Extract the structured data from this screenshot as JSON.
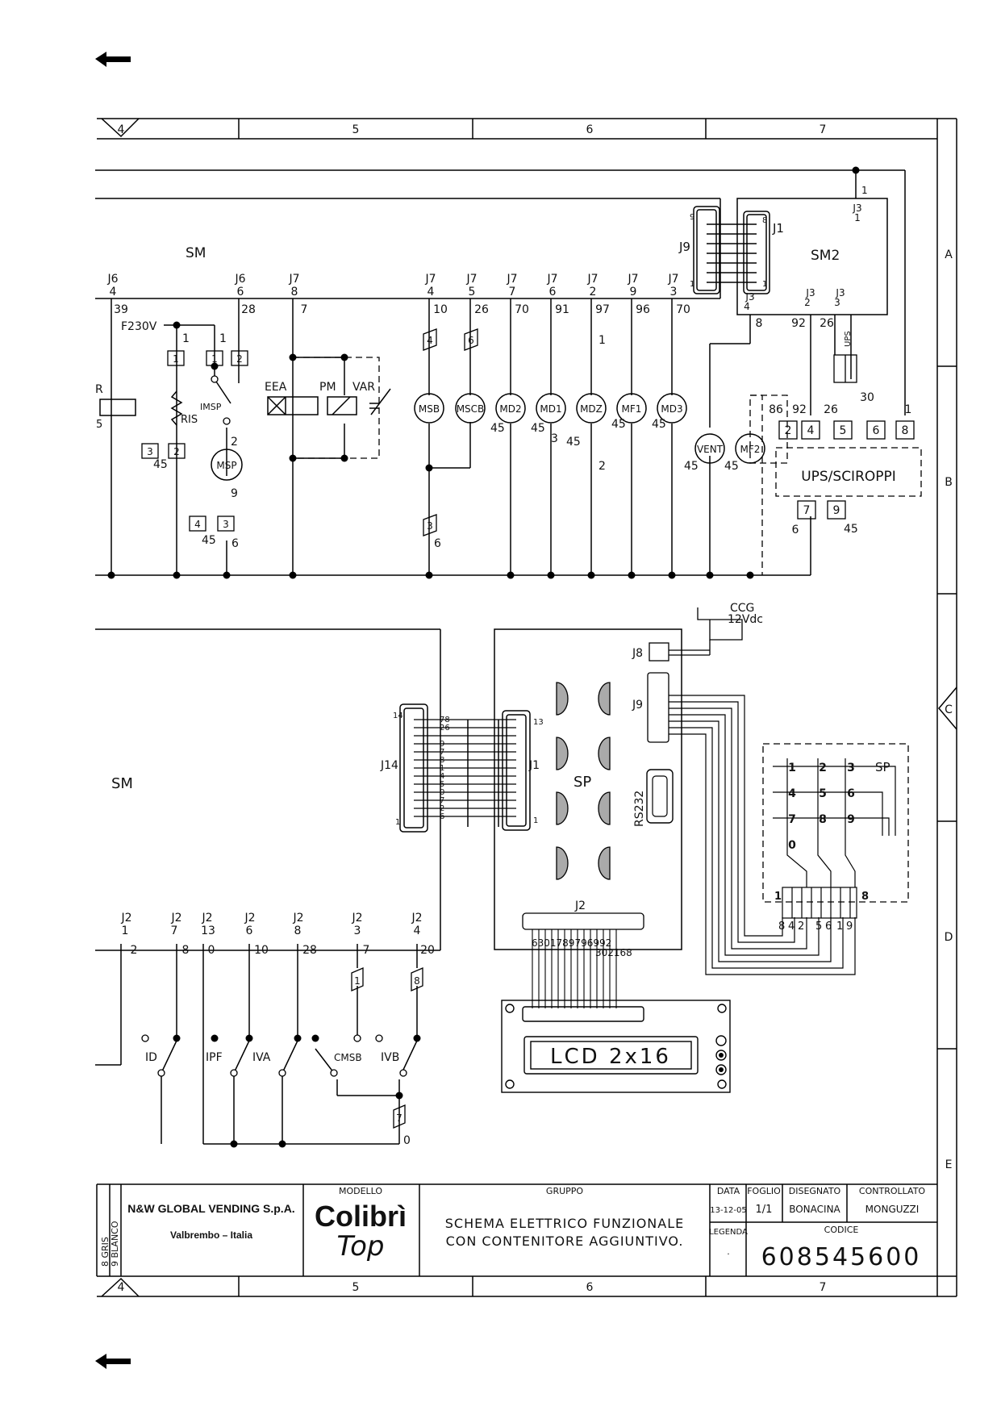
{
  "nav": {
    "back_arrow_top": "back-arrow",
    "back_arrow_bottom": "back-arrow"
  },
  "frame": {
    "top_columns": [
      "4",
      "5",
      "6",
      "7"
    ],
    "bottom_columns": [
      "4",
      "5",
      "6",
      "7"
    ],
    "rows": [
      "A",
      "B",
      "C",
      "D",
      "E"
    ]
  },
  "top_section": {
    "sm_label": "SM",
    "sm2_label": "SM2",
    "j1_label": "J1",
    "j9_label": "J9",
    "j9_pin_top": "9",
    "j9_pin_bottom": "1",
    "j1_pin_top": "8",
    "j1_pin_bottom": "1",
    "sm2_connectors": [
      {
        "id": "J3",
        "pin": "1"
      },
      {
        "id": "J3",
        "pin": "4"
      },
      {
        "id": "J3",
        "pin": "2"
      },
      {
        "id": "J3",
        "pin": "3"
      }
    ],
    "sm2_top_wire": "1",
    "headers": [
      {
        "conn": "J6",
        "pin": "4",
        "wire": "39"
      },
      {
        "conn": "J6",
        "pin": "6",
        "wire": "28"
      },
      {
        "conn": "J7",
        "pin": "8",
        "wire": "7"
      },
      {
        "conn": "J7",
        "pin": "4",
        "wire": "10"
      },
      {
        "conn": "J7",
        "pin": "5",
        "wire": "26"
      },
      {
        "conn": "J7",
        "pin": "7",
        "wire": "70"
      },
      {
        "conn": "J7",
        "pin": "6",
        "wire": "91"
      },
      {
        "conn": "J7",
        "pin": "2",
        "wire": "97"
      },
      {
        "conn": "J7",
        "pin": "9",
        "wire": "96"
      },
      {
        "conn": "J7",
        "pin": "3",
        "wire": "70"
      }
    ],
    "sm2_wires": [
      "8",
      "92",
      "26"
    ],
    "f230v": "F230V",
    "r_label": "R",
    "r_num": "5",
    "ris": "RIS",
    "imsp": "IMSP",
    "eea": "EEA",
    "pm": "PM",
    "var": "VAR",
    "msp": "MSP",
    "motors": [
      "MSB",
      "MSCB",
      "MD2",
      "MD1",
      "MDZ",
      "MF1",
      "MD3",
      "VENT",
      "MF2"
    ],
    "wire_labels": [
      "1",
      "1",
      "2",
      "9",
      "45",
      "6",
      "45",
      "45",
      "45",
      "45",
      "45",
      "3",
      "45",
      "1",
      "2",
      "6",
      "45",
      "45",
      "45"
    ],
    "boxed_nums": [
      "1",
      "1",
      "2",
      "3",
      "2",
      "4",
      "3",
      "4",
      "6",
      "3"
    ],
    "ups": {
      "label": "UPS/SCIROPPI",
      "ups_small": "UPS",
      "top_wires": [
        "86",
        "92",
        "26",
        "30",
        "1"
      ],
      "pins_top": [
        "2",
        "4",
        "5",
        "6",
        "8"
      ],
      "pins_bottom": [
        "7",
        "9"
      ],
      "bottom_wires": [
        "6",
        "45"
      ]
    }
  },
  "bottom_section": {
    "sm_label": "SM",
    "sp_label": "SP",
    "j14": "J14",
    "j14_pins": [
      "14",
      "1"
    ],
    "j14_wires": [
      "78",
      "26",
      "9",
      "7",
      "8",
      "1",
      "4",
      "5",
      "0",
      "7",
      "2",
      "6"
    ],
    "j1": "J1",
    "j1_pins": [
      "13",
      "1"
    ],
    "j8": "J8",
    "j9": "J9",
    "ccg": "CCG",
    "ccg_v": "12Vdc",
    "rs232": "RS232",
    "j2_top": "J2",
    "j2_wires_a": "6301789796992",
    "j2_wires_b": "302168",
    "lcd": "LCD 2x16",
    "keypad_label": "SP",
    "keypad_keys": [
      "1",
      "2",
      "3",
      "4",
      "5",
      "6",
      "7",
      "8",
      "9",
      "0"
    ],
    "keypad_conn_left": "1",
    "keypad_conn_right": "8",
    "keypad_wires": [
      "8",
      "4",
      "2",
      "5",
      "6",
      "1",
      "9"
    ],
    "j2_headers": [
      {
        "conn": "J2",
        "pin": "1",
        "wire": "2"
      },
      {
        "conn": "J2",
        "pin": "7",
        "wire": "8"
      },
      {
        "conn": "J2",
        "pin": "13",
        "wire": "0"
      },
      {
        "conn": "J2",
        "pin": "6",
        "wire": "10"
      },
      {
        "conn": "J2",
        "pin": "8",
        "wire": "28"
      },
      {
        "conn": "J2",
        "pin": "3",
        "wire": "7"
      },
      {
        "conn": "J2",
        "pin": "4",
        "wire": "20"
      }
    ],
    "switches": [
      "ID",
      "IPF",
      "IVA",
      "CMSB",
      "IVB"
    ],
    "boxed": [
      "1",
      "8",
      "7"
    ],
    "bottom_wire": "0"
  },
  "title_block": {
    "company": "N&W GLOBAL VENDING S.p.A.",
    "city": "Valbrembo – Italia",
    "side_codes": [
      "8 GRIS",
      "9 BLANCO"
    ],
    "model_label": "MODELLO",
    "model_line1": "Colibrì",
    "model_line2": "Top",
    "group_label": "GRUPPO",
    "description_line1": "SCHEMA ELETTRICO FUNZIONALE",
    "description_line2": "CON CONTENITORE AGGIUNTIVO.",
    "date_label": "DATA",
    "date": "13-12-05",
    "sheet_label": "FOGLIO",
    "sheet": "1/1",
    "drawn_label": "DISEGNATO",
    "drawn": "BONACINA",
    "checked_label": "CONTROLLATO",
    "checked": "MONGUZZI",
    "legend_label": "LEGENDA",
    "legend": ".",
    "code_label": "CODICE",
    "code": "608545600"
  }
}
